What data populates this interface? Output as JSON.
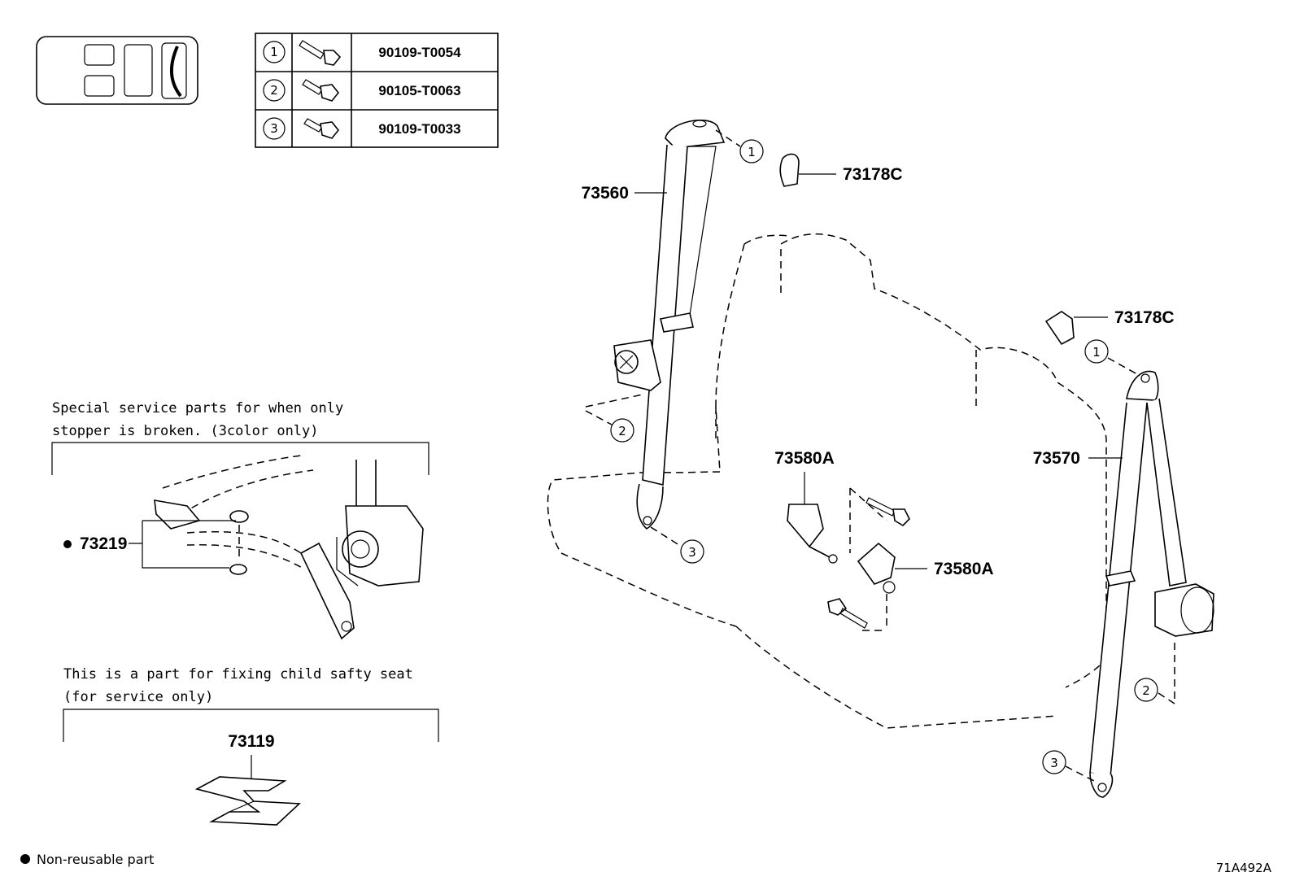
{
  "fastener_table": [
    {
      "ref": "1",
      "part_no": "90109-T0054"
    },
    {
      "ref": "2",
      "part_no": "90105-T0063"
    },
    {
      "ref": "3",
      "part_no": "90109-T0033"
    }
  ],
  "callouts": {
    "belt_front": "73560",
    "belt_rear": "73570",
    "cover_top": "73178C",
    "cover_right": "73178C",
    "buckle_upper": "73580A",
    "buckle_lower": "73580A",
    "stopper": "73219",
    "child_seat_part": "73119"
  },
  "ref_markers": {
    "r1": "1",
    "r2": "2",
    "r3": "3"
  },
  "notes": {
    "stopper_line1": "Special service parts for when only",
    "stopper_line2": "stopper is broken. (3color only)",
    "child_line1": "This is a part for fixing child safty seat",
    "child_line2": "(for service only)"
  },
  "legend": {
    "bullet_label": "Non-reusable part"
  },
  "diagram_code": "71A492A"
}
